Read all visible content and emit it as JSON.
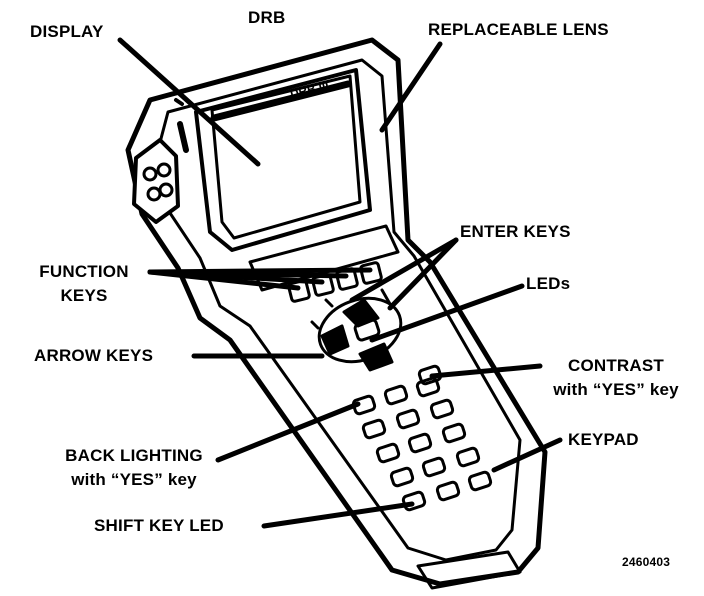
{
  "title": "DRB",
  "device_marking": "DRB III",
  "figure_number": "2460403",
  "labels": {
    "display": "DISPLAY",
    "replaceable_lens": "REPLACEABLE LENS",
    "enter_keys": "ENTER KEYS",
    "function_keys_line1": "FUNCTION",
    "function_keys_line2": "KEYS",
    "leds": "LEDs",
    "arrow_keys": "ARROW KEYS",
    "contrast_line1": "CONTRAST",
    "contrast_line2": "with “YES” key",
    "keypad": "KEYPAD",
    "back_lighting_line1": "BACK LIGHTING",
    "back_lighting_line2": "with “YES” key",
    "shift_key_led": "SHIFT KEY LED"
  }
}
